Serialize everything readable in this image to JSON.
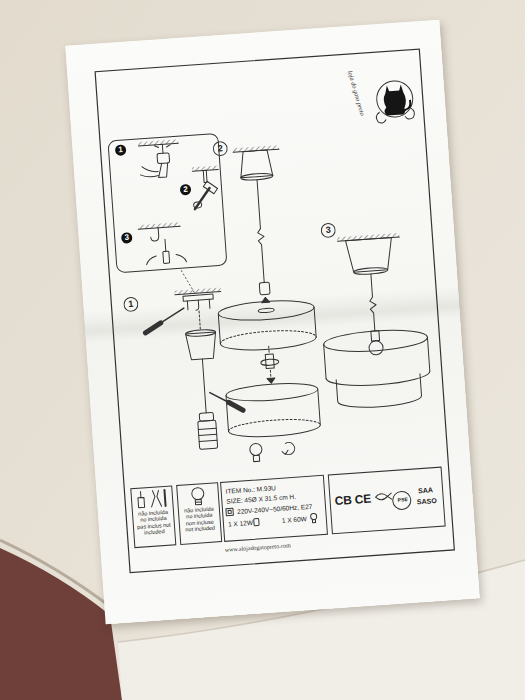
{
  "diagram": {
    "nodes": [
      {
        "text": [
          "1"
        ]
      },
      {
        "text": [
          "2"
        ]
      },
      {
        "text": [
          "3"
        ]
      },
      {
        "text": [
          "1"
        ]
      },
      {
        "text": [
          "2"
        ]
      },
      {
        "text": [
          "3"
        ]
      },
      {
        "text": [
          "não incluída no incluida pas inclus not included"
        ]
      },
      {
        "text": [
          "não incluída no incluida non incluse not included"
        ]
      },
      {
        "text": [
          "ITEM No.: M.93U",
          "SIZE: 45Ø X 31.5 cm H.",
          "220V-240V~50/60Hz, E27",
          "1 X 12W",
          "1 X 60W"
        ]
      },
      {
        "text": [
          "CB",
          "CE",
          "PSE",
          "SAA",
          "SASO"
        ]
      }
    ],
    "labels": [
      "loja do gato preto",
      "www.alojadogatopreto.com"
    ]
  }
}
